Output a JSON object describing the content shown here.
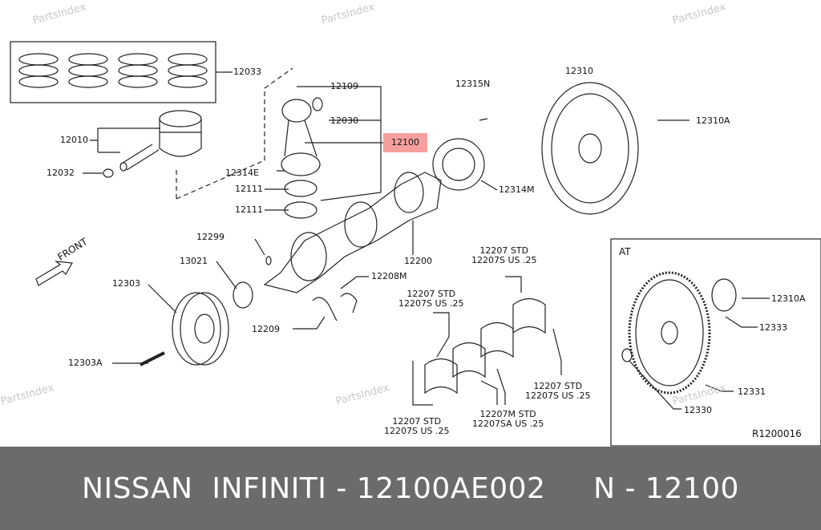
{
  "watermark": "PartsIndex",
  "labels": {
    "l12033": "12033",
    "l12010": "12010",
    "l12032": "12032",
    "l12109": "12109",
    "l12030": "12030",
    "l12100": "12100",
    "l12314E": "12314E",
    "l12111a": "12111",
    "l12111b": "12111",
    "l12315N": "12315N",
    "l12314M": "12314M",
    "l12310": "12310",
    "l12310A": "12310A",
    "l12299": "12299",
    "l13021": "13021",
    "l12200": "12200",
    "l12303": "12303",
    "l12208M": "12208M",
    "l12209": "12209",
    "l12303A": "12303A",
    "front": "FRONT",
    "b1a": "12207 STD",
    "b1b": "12207S US .25",
    "b2a": "12207 STD",
    "b2b": "12207S US .25",
    "b3a": "12207 STD",
    "b3b": "12207S US .25",
    "b4a": "12207 STD",
    "b4b": "12207S US .25",
    "b5a": "12207M STD",
    "b5b": "12207SA US .25",
    "at": "AT",
    "at12310A": "12310A",
    "at12333": "12333",
    "at12331": "12331",
    "at12330": "12330",
    "ref": "R1200016"
  },
  "highlight_color": "#f05050",
  "footer": {
    "text": "NISSAN  INFINITI - 12100AE002     N - 12100"
  }
}
